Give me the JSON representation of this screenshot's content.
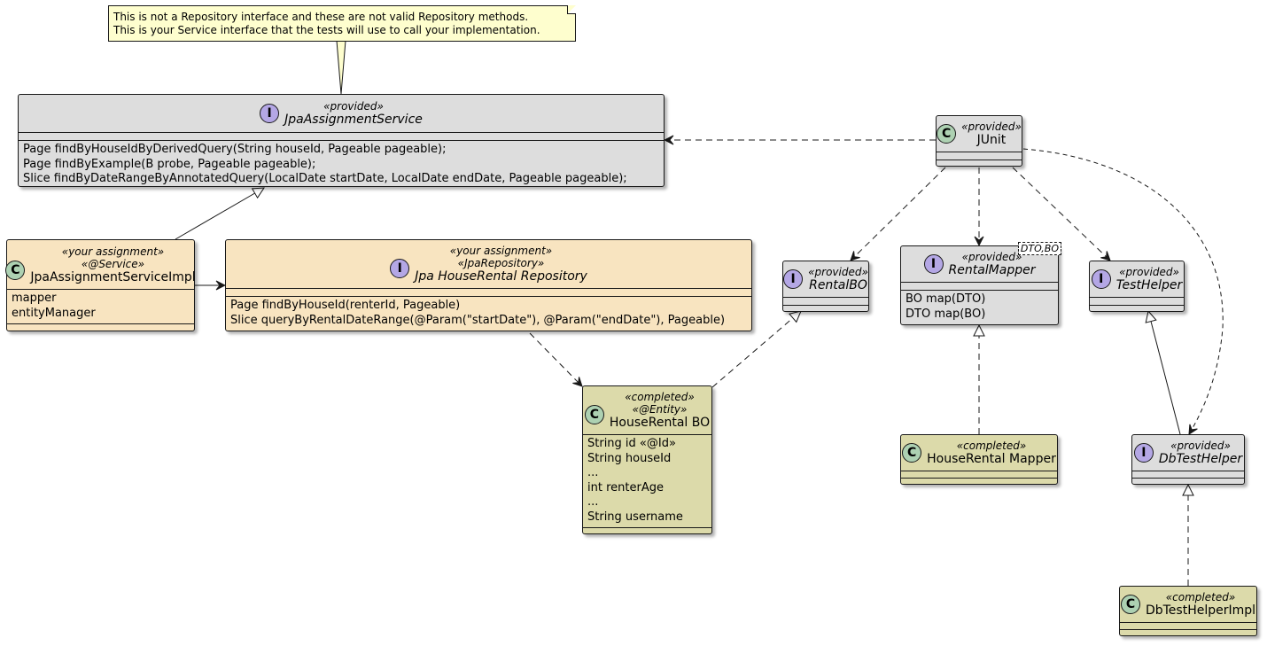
{
  "note": {
    "lines": [
      "This is not a Repository interface and these are not valid Repository methods.",
      "This is your Service interface that the tests will use to call your implementation."
    ]
  },
  "classes": {
    "jpa_assignment_service": {
      "kind": "I",
      "stereotypes": [
        "«provided»"
      ],
      "name": "JpaAssignmentService",
      "members": [
        "Page findByHouseIdByDerivedQuery(String houseId, Pageable pageable);",
        "Page findByExample(B probe, Pageable pageable);",
        "Slice findByDateRangeByAnnotatedQuery(LocalDate startDate, LocalDate endDate, Pageable pageable);"
      ]
    },
    "jpa_assignment_service_impl": {
      "kind": "C",
      "stereotypes": [
        "«your assignment»",
        "«@Service»"
      ],
      "name": "JpaAssignmentServiceImpl",
      "members": [
        "mapper",
        "entityManager"
      ]
    },
    "jpa_house_rental_repository": {
      "kind": "I",
      "stereotypes": [
        "«your assignment»",
        "«JpaRepository»"
      ],
      "name": "Jpa HouseRental Repository",
      "members": [
        "Page findByHouseId(renterId, Pageable)",
        "Slice queryByRentalDateRange(@Param(\"startDate\"), @Param(\"endDate\"), Pageable)"
      ]
    },
    "junit": {
      "kind": "C",
      "stereotypes": [
        "«provided»"
      ],
      "name": "JUnit",
      "members": []
    },
    "rental_bo": {
      "kind": "I",
      "stereotypes": [
        "«provided»"
      ],
      "name": "RentalBO",
      "members": []
    },
    "rental_mapper": {
      "kind": "I",
      "stereotypes": [
        "«provided»"
      ],
      "name": "RentalMapper",
      "generic": "DTO,BO",
      "members": [
        "BO map(DTO)",
        "DTO map(BO)"
      ]
    },
    "test_helper": {
      "kind": "I",
      "stereotypes": [
        "«provided»"
      ],
      "name": "TestHelper",
      "members": []
    },
    "house_rental_bo": {
      "kind": "C",
      "stereotypes": [
        "«completed»",
        "«@Entity»"
      ],
      "name": "HouseRental BO",
      "members": [
        "String id «@Id»",
        "String houseId",
        "...",
        "int renterAge",
        "...",
        "String username"
      ]
    },
    "house_rental_mapper": {
      "kind": "C",
      "stereotypes": [
        "«completed»"
      ],
      "name": "HouseRental Mapper",
      "members": []
    },
    "db_test_helper": {
      "kind": "I",
      "stereotypes": [
        "«provided»"
      ],
      "name": "DbTestHelper",
      "members": []
    },
    "db_test_helper_impl": {
      "kind": "C",
      "stereotypes": [
        "«completed»"
      ],
      "name": "DbTestHelperImpl",
      "members": []
    }
  },
  "colors": {
    "provided_fill": "#dddddd",
    "assignment_fill": "#f8e4c0",
    "completed_fill": "#dcdaaa",
    "class_badge": "#add1b2",
    "interface_badge": "#b4a7e5",
    "note_fill": "#fefece",
    "line": "#181818"
  }
}
